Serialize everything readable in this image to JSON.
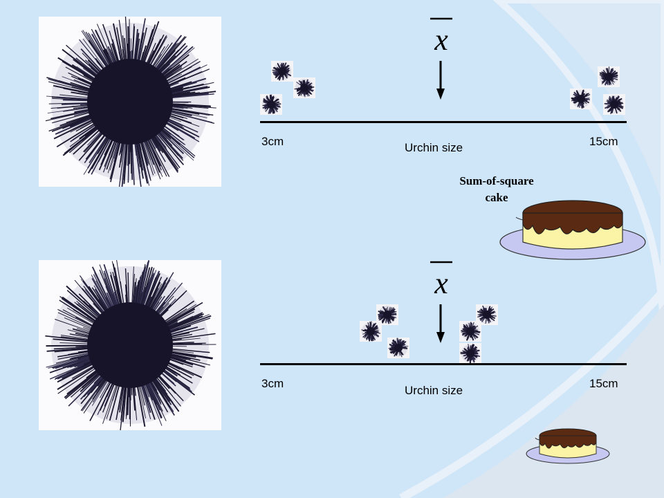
{
  "colors": {
    "background": "#cfe5f8",
    "urchin": "#17142a",
    "chocolate": "#5a2a12",
    "custard": "#fbf3a6",
    "plate": "#c6c8f2"
  },
  "mean_symbol": "x",
  "top_panel": {
    "axis_min_label": "3cm",
    "axis_max_label": "15cm",
    "axis_title": "Urchin size",
    "cake_label_line1": "Sum-of-square",
    "cake_label_line2": "cake"
  },
  "bottom_panel": {
    "axis_min_label": "3cm",
    "axis_max_label": "15cm",
    "axis_title": "Urchin size"
  },
  "icons": [
    "urchin-photo-icon",
    "urchin-thumbnail-icon",
    "down-arrow-icon",
    "cake-icon"
  ]
}
